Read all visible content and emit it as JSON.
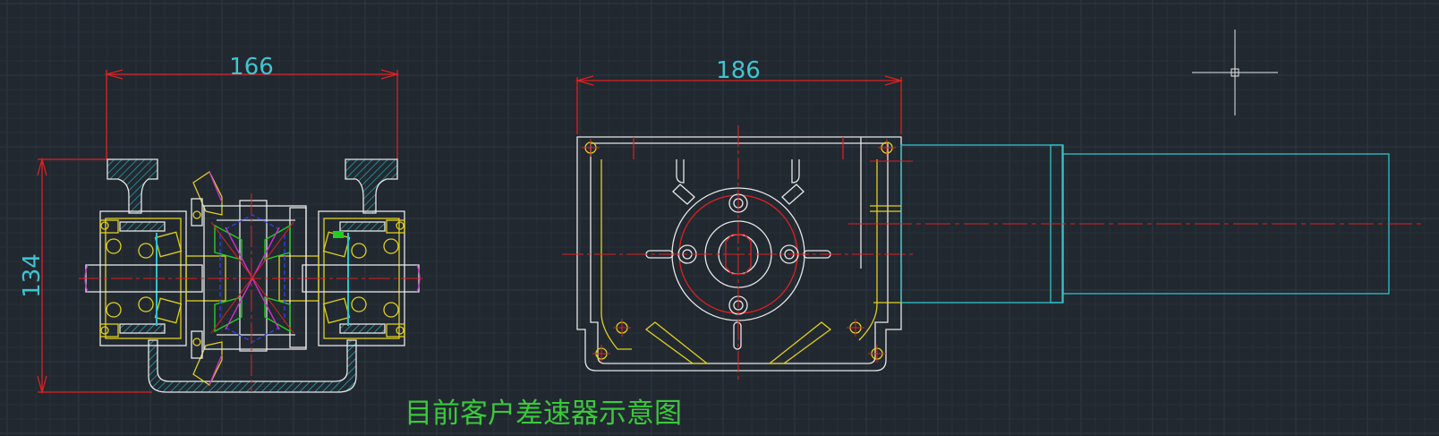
{
  "drawing": {
    "dimensions": {
      "left_width": "166",
      "left_height": "134",
      "right_width": "186"
    },
    "caption": "目前客户差速器示意图"
  },
  "colors": {
    "background": "#212830",
    "grid_minor": "#283039",
    "grid_major": "#2e3742",
    "line_white": "#e8e8e8",
    "dimension_red": "#e02020",
    "dimension_text": "#3fc5d0",
    "cyan": "#2ec4cc",
    "yellow": "#e0d020",
    "hatch": "#2ec4cc",
    "magenta": "#d030d0",
    "green": "#20d020",
    "blue": "#3040e0",
    "caption_green": "#3cc83c"
  }
}
